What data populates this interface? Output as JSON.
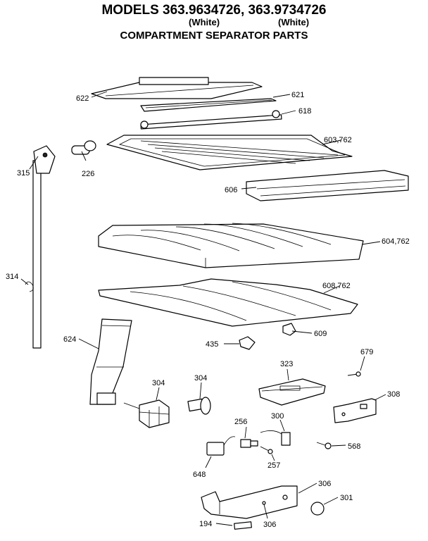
{
  "header": {
    "title": "MODELS 363.9634726, 363.9734726",
    "variant_left": "(White)",
    "variant_right": "(White)",
    "subtitle": "COMPARTMENT SEPARATOR PARTS"
  },
  "callouts": {
    "c622": "622",
    "c621": "621",
    "c618": "618",
    "c603": "603,762",
    "c315": "315",
    "c226": "226",
    "c606": "606",
    "c604": "604,762",
    "c314": "314",
    "c608": "608,762",
    "c609": "609",
    "c435": "435",
    "c624": "624",
    "c679": "679",
    "c323": "323",
    "c304a": "304",
    "c304b": "304",
    "c308": "308",
    "c256": "256",
    "c300": "300",
    "c568": "568",
    "c257": "257",
    "c648": "648",
    "c306a": "306",
    "c301": "301",
    "c194": "194",
    "c306b": "306"
  }
}
